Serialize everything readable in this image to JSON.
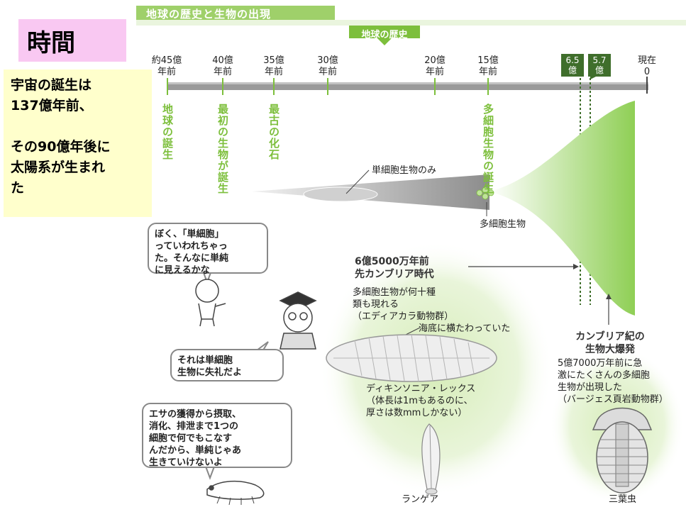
{
  "header": {
    "title": "地球の歴史と生物の出現",
    "tab": "地球の歴史"
  },
  "badge": {
    "label": "時間"
  },
  "note": {
    "lines": [
      "宇宙の誕生は",
      "137億年前、",
      "",
      "その90億年後に",
      "太陽系が生まれ",
      "た"
    ]
  },
  "timeline": {
    "ticks": [
      {
        "top": "約45億",
        "bottom": "年前"
      },
      {
        "top": "40億",
        "bottom": "年前"
      },
      {
        "top": "35億",
        "bottom": "年前"
      },
      {
        "top": "30億",
        "bottom": "年前"
      },
      {
        "top": "20億",
        "bottom": "年前"
      },
      {
        "top": "15億",
        "bottom": "年前"
      },
      {
        "top": "現在",
        "bottom": "0"
      }
    ],
    "boxes": [
      {
        "top": "6.5",
        "bottom": "億"
      },
      {
        "top": "5.7",
        "bottom": "億"
      }
    ],
    "events": [
      "地球の誕生",
      "最初の生物が誕生",
      "最古の化石",
      "多細胞生物の誕生"
    ]
  },
  "labels": {
    "unicellular_only": "単細胞生物のみ",
    "multicellular": "多細胞生物",
    "lying_seabed": "海底に横たわっていた",
    "langea": "ランゲア",
    "trilobite": "三葉虫"
  },
  "precambrian": {
    "title": [
      "6億5000万年前",
      "先カンブリア時代"
    ],
    "desc": [
      "多細胞生物が何十種",
      "類も現れる",
      "（エディアカラ動物群）"
    ]
  },
  "dickinsonia": {
    "lines": [
      "ディキンソニア・レックス",
      "（体長は1mもあるのに、",
      "厚さは数mmしかない）"
    ]
  },
  "cambrian": {
    "title": [
      "カンブリア紀の",
      "生物大爆発"
    ],
    "desc": [
      "5億7000万年前に急",
      "激にたくさんの多細胞",
      "生物が出現した",
      "（バージェス頁岩動物群）"
    ]
  },
  "bubbles": {
    "b1": [
      "ぼく、「単細胞」",
      "っていわれちゃっ",
      "た。そんなに単純",
      "に見えるかな"
    ],
    "b2": [
      "それは単細胞",
      "生物に失礼だよ"
    ],
    "b3": [
      "エサの獲得から摂取、",
      "消化、排泄まで1つの",
      "細胞で何でもこなす",
      "んだから、単純じゃあ",
      "生きていけないよ"
    ]
  },
  "colors": {
    "accent_green": "#7dbf3c",
    "dark_green": "#3f6e2b",
    "badge_pink": "#f9c8f2",
    "note_yellow": "#ffffcc"
  }
}
